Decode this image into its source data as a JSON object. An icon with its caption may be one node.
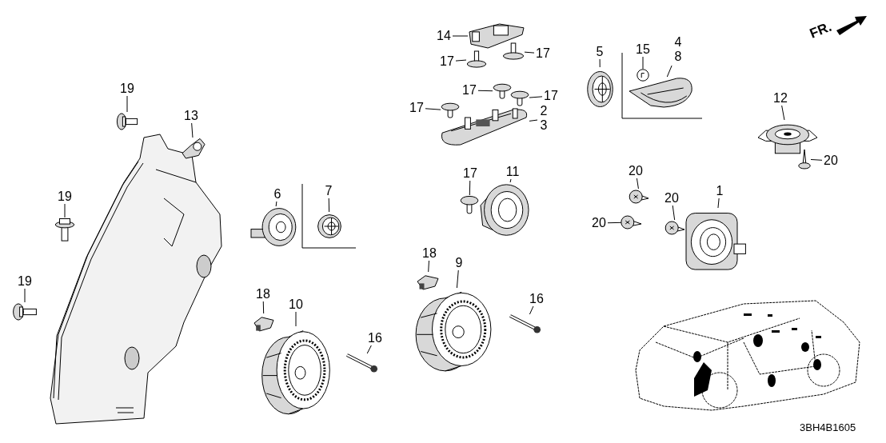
{
  "diagram": {
    "nodes": [
      {
        "text": [
          "19"
        ]
      },
      {
        "text": [],
        "shape": "picture"
      },
      {
        "text": [
          "13"
        ]
      },
      {
        "text": [],
        "shape": "picture"
      },
      {
        "text": [
          "19"
        ]
      },
      {
        "text": [],
        "shape": "picture"
      },
      {
        "text": [
          "19"
        ]
      },
      {
        "text": [],
        "shape": "picture"
      },
      {
        "text": [
          "14"
        ]
      },
      {
        "text": [],
        "shape": "picture"
      },
      {
        "text": [
          "17"
        ]
      },
      {
        "text": [],
        "shape": "picture"
      },
      {
        "text": [
          "17"
        ]
      },
      {
        "text": [],
        "shape": "picture"
      },
      {
        "text": [
          "17"
        ]
      },
      {
        "text": [],
        "shape": "picture"
      },
      {
        "text": [
          "17"
        ]
      },
      {
        "text": [],
        "shape": "picture"
      },
      {
        "text": [
          "17"
        ]
      },
      {
        "text": [],
        "shape": "picture"
      },
      {
        "text": [
          "2",
          "3"
        ]
      },
      {
        "text": [],
        "shape": "picture"
      },
      {
        "text": [
          "5"
        ]
      },
      {
        "text": [],
        "shape": "picture"
      },
      {
        "text": [
          "15"
        ]
      },
      {
        "text": [],
        "shape": "picture"
      },
      {
        "text": [
          "4",
          "8"
        ]
      },
      {
        "text": [],
        "shape": "picture"
      },
      {
        "text": [
          "12"
        ]
      },
      {
        "text": [],
        "shape": "picture"
      },
      {
        "text": [
          "20"
        ]
      },
      {
        "text": [],
        "shape": "picture"
      },
      {
        "text": [
          "6"
        ]
      },
      {
        "text": [],
        "shape": "picture"
      },
      {
        "text": [
          "7"
        ]
      },
      {
        "text": [],
        "shape": "picture"
      },
      {
        "text": [
          "17"
        ]
      },
      {
        "text": [],
        "shape": "picture"
      },
      {
        "text": [
          "11"
        ]
      },
      {
        "text": [],
        "shape": "picture"
      },
      {
        "text": [
          "20"
        ]
      },
      {
        "text": [],
        "shape": "picture"
      },
      {
        "text": [
          "20"
        ]
      },
      {
        "text": [],
        "shape": "picture"
      },
      {
        "text": [
          "20"
        ]
      },
      {
        "text": [],
        "shape": "picture"
      },
      {
        "text": [
          "1"
        ]
      },
      {
        "text": [],
        "shape": "picture"
      },
      {
        "text": [
          "18"
        ]
      },
      {
        "text": [],
        "shape": "picture"
      },
      {
        "text": [
          "9"
        ]
      },
      {
        "text": [],
        "shape": "picture"
      },
      {
        "text": [
          "16"
        ]
      },
      {
        "text": [],
        "shape": "picture"
      },
      {
        "text": [
          "18"
        ]
      },
      {
        "text": [],
        "shape": "picture"
      },
      {
        "text": [
          "10"
        ]
      },
      {
        "text": [],
        "shape": "picture"
      },
      {
        "text": [
          "16"
        ]
      },
      {
        "text": [],
        "shape": "picture"
      }
    ],
    "edges": [
      {
        "from": 0,
        "to": 1,
        "arrow": "none"
      },
      {
        "from": 2,
        "to": 3,
        "arrow": "none"
      },
      {
        "from": 4,
        "to": 5,
        "arrow": "none"
      },
      {
        "from": 6,
        "to": 7,
        "arrow": "none"
      },
      {
        "from": 8,
        "to": 9,
        "arrow": "none"
      },
      {
        "from": 10,
        "to": 11,
        "arrow": "none"
      },
      {
        "from": 12,
        "to": 13,
        "arrow": "none"
      },
      {
        "from": 14,
        "to": 15,
        "arrow": "none"
      },
      {
        "from": 16,
        "to": 17,
        "arrow": "none"
      },
      {
        "from": 18,
        "to": 19,
        "arrow": "none"
      },
      {
        "from": 20,
        "to": 21,
        "arrow": "none"
      },
      {
        "from": 22,
        "to": 23,
        "arrow": "none"
      },
      {
        "from": 24,
        "to": 25,
        "arrow": "none"
      },
      {
        "from": 26,
        "to": 27,
        "arrow": "none"
      },
      {
        "from": 28,
        "to": 29,
        "arrow": "none"
      },
      {
        "from": 30,
        "to": 31,
        "arrow": "none"
      },
      {
        "from": 32,
        "to": 33,
        "arrow": "none"
      },
      {
        "from": 34,
        "to": 35,
        "arrow": "none"
      },
      {
        "from": 36,
        "to": 37,
        "arrow": "none"
      },
      {
        "from": 38,
        "to": 39,
        "arrow": "none"
      },
      {
        "from": 40,
        "to": 41,
        "arrow": "none"
      },
      {
        "from": 42,
        "to": 43,
        "arrow": "none"
      },
      {
        "from": 44,
        "to": 45,
        "arrow": "none"
      },
      {
        "from": 46,
        "to": 47,
        "arrow": "none"
      },
      {
        "from": 48,
        "to": 49,
        "arrow": "none"
      },
      {
        "from": 50,
        "to": 51,
        "arrow": "none"
      },
      {
        "from": 52,
        "to": 53,
        "arrow": "none"
      },
      {
        "from": 54,
        "to": 55,
        "arrow": "none"
      },
      {
        "from": 56,
        "to": 57,
        "arrow": "none"
      },
      {
        "from": 58,
        "to": 59,
        "arrow": "none"
      }
    ],
    "labels": [
      "FR.",
      "3BH4B1605"
    ]
  }
}
